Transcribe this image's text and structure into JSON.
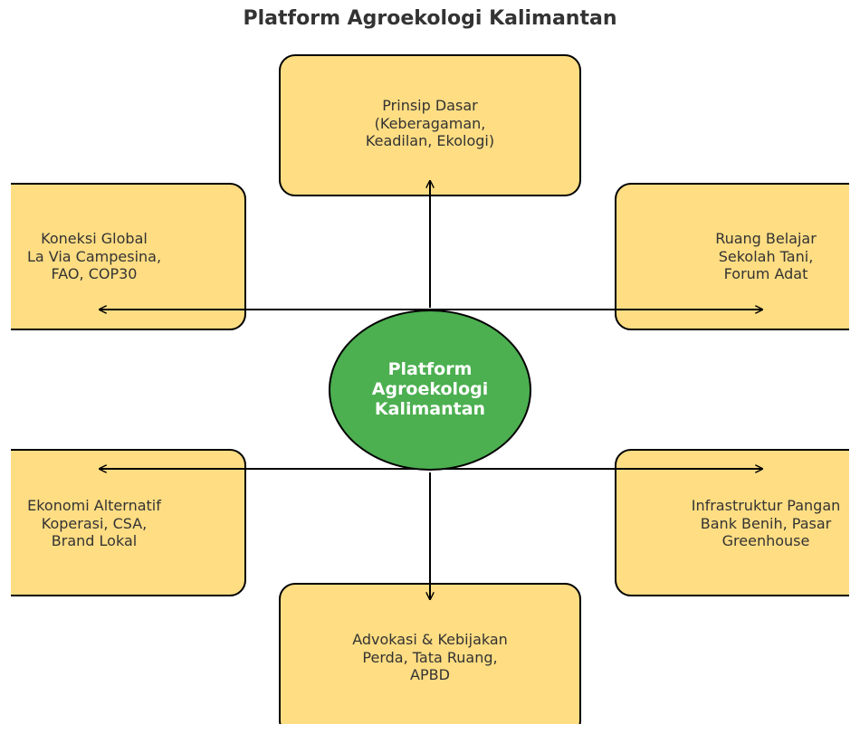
{
  "title": "Platform Agroekologi Kalimantan",
  "center": {
    "lines": [
      "Platform",
      "Agroekologi",
      "Kalimantan"
    ]
  },
  "nodes": {
    "top": {
      "lines": [
        "Prinsip Dasar",
        "(Keberagaman,",
        "Keadilan, Ekologi)"
      ]
    },
    "upper_left": {
      "lines": [
        "Koneksi Global",
        "La Via Campesina,",
        "FAO, COP30"
      ]
    },
    "upper_right": {
      "lines": [
        "Ruang Belajar",
        "Sekolah Tani,",
        "Forum Adat"
      ]
    },
    "lower_left": {
      "lines": [
        "Ekonomi Alternatif",
        "Koperasi, CSA,",
        "Brand Lokal"
      ]
    },
    "lower_right": {
      "lines": [
        "Infrastruktur Pangan",
        "Bank Benih, Pasar",
        "Greenhouse"
      ]
    },
    "bottom": {
      "lines": [
        "Advokasi & Kebijakan",
        "Perda, Tata Ruang,",
        "APBD"
      ]
    }
  },
  "colors": {
    "box_fill": "#fedd83",
    "center_fill": "#4caf50",
    "text": "#333333",
    "center_text": "#ffffff",
    "stroke": "#000000"
  }
}
